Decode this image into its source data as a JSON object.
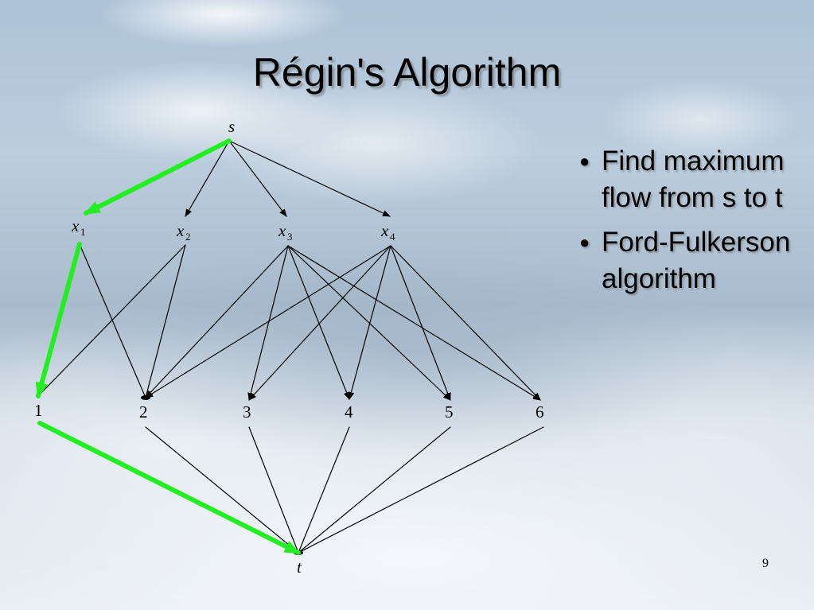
{
  "slide": {
    "title": "Régin's Algorithm",
    "number": "9"
  },
  "diagram": {
    "nodes": {
      "source": "s",
      "sink": "t",
      "variables": [
        {
          "id": "x1",
          "base": "x",
          "sub": "1"
        },
        {
          "id": "x2",
          "base": "x",
          "sub": "2"
        },
        {
          "id": "x3",
          "base": "x",
          "sub": "3"
        },
        {
          "id": "x4",
          "base": "x",
          "sub": "4"
        }
      ],
      "values": [
        "1",
        "2",
        "3",
        "4",
        "5",
        "6"
      ]
    },
    "edges": {
      "source_to_variables": [
        "x1",
        "x2",
        "x3",
        "x4"
      ],
      "variables_to_values": {
        "x1": [
          "1",
          "2"
        ],
        "x2": [
          "1",
          "2"
        ],
        "x3": [
          "2",
          "3",
          "4",
          "5",
          "6"
        ],
        "x4": [
          "2",
          "3",
          "4",
          "5",
          "6"
        ]
      },
      "values_to_sink": [
        "1",
        "2",
        "3",
        "4",
        "5",
        "6"
      ]
    },
    "highlighted_path": [
      "s",
      "x1",
      "1",
      "t"
    ],
    "colors": {
      "edge": "#000000",
      "highlight": "#22ee22"
    }
  },
  "bullets": [
    "Find maximum flow from s to t",
    "Ford-Fulkerson algorithm"
  ]
}
